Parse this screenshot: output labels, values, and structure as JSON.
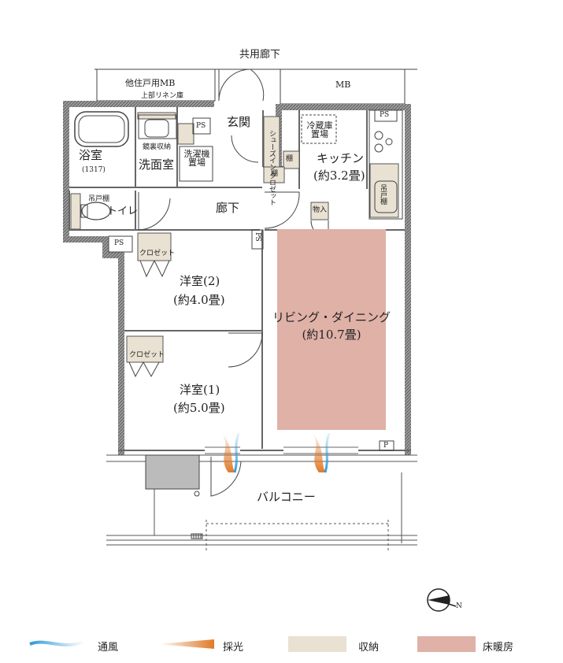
{
  "rooms": {
    "common_corridor": "共用廊下",
    "other_mb": "他住戸用MB",
    "linen_shelf": "上部リネン庫",
    "mb": "MB",
    "ps_top": "PS",
    "ps_top_right": "PS",
    "entrance": "玄関",
    "shoes_in_closet": "シューズイン クロゼット",
    "shelf_1": "棚",
    "shelf_2": "棚",
    "fridge": "冷蔵庫 置場",
    "kitchen": "キッチン",
    "kitchen_size": "(約3.2畳)",
    "bath": "浴室",
    "bath_size": "(1317)",
    "mirror_storage": "鏡裏収納",
    "washroom": "洗面室",
    "laundry": "洗濯機 置場",
    "hanging_cabinet_wc": "吊戸棚",
    "toilet": "トイレ",
    "corridor": "廊下",
    "storage": "物入",
    "hanging_cabinet_kitchen": "吊戸棚",
    "ps_left": "PS",
    "ps_mid": "PS",
    "closet_1": "クロゼット",
    "western2": "洋室(2)",
    "western2_size": "(約4.0畳)",
    "living": "リビング・ダイニング",
    "living_size": "(約10.7畳)",
    "closet_2": "クロゼット",
    "western1": "洋室(1)",
    "western1_size": "(約5.0畳)",
    "p": "P",
    "balcony": "バルコニー"
  },
  "compass": {
    "label": "N"
  },
  "legend": [
    {
      "label": "通風",
      "color": "#2f9ad6",
      "icon": "wind-wave"
    },
    {
      "label": "採光",
      "color": "#e07a2a",
      "icon": "light-beam"
    },
    {
      "label": "収納",
      "color": "#e9e1d2",
      "icon": "storage-swatch"
    },
    {
      "label": "床暖房",
      "color": "#dfb1a7",
      "icon": "floor-heating-swatch"
    }
  ],
  "colors": {
    "wall": "#6f6f6f",
    "storage": "#e9e1d2",
    "floor_heating": "#dfb1a7",
    "line": "#333333"
  }
}
